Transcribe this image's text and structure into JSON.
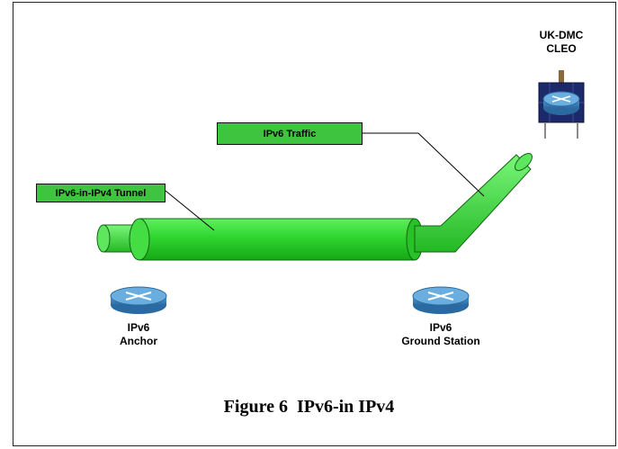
{
  "labels": {
    "tunnel": "IPv6-in-IPv4 Tunnel",
    "traffic": "IPv6 Traffic"
  },
  "nodes": {
    "satellite": {
      "line1": "UK-DMC",
      "line2": "CLEO"
    },
    "anchor": {
      "line1": "IPv6",
      "line2": "Anchor"
    },
    "ground": {
      "line1": "IPv6",
      "line2": "Ground Station"
    }
  },
  "caption": "Figure 6  IPv6-in IPv4",
  "colors": {
    "tube": "#33d433",
    "tube_dark": "#1a9a1a",
    "label_fill": "#3ec43e",
    "router": "#3a7fb8"
  }
}
